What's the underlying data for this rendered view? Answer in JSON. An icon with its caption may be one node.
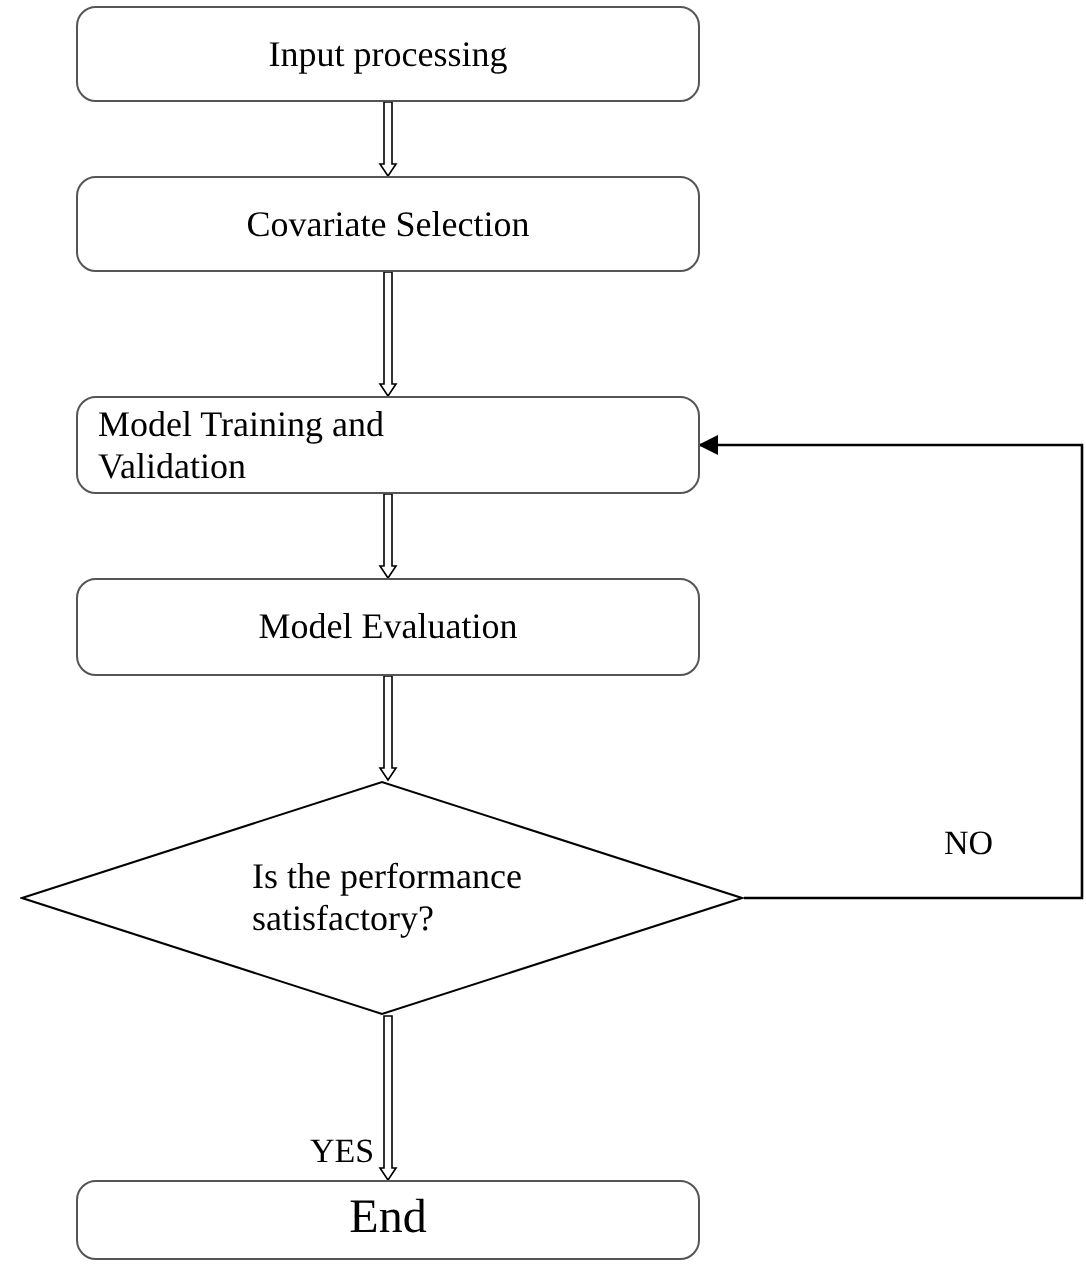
{
  "diagram": {
    "nodes": [
      {
        "text": [
          "Input processing"
        ]
      },
      {
        "text": [
          "Covariate Selection"
        ]
      },
      {
        "text": [
          "Model Training and Validation"
        ]
      },
      {
        "text": [
          "Model Evaluation"
        ]
      },
      {
        "text": [
          "Is the performance satisfactory?"
        ]
      },
      {
        "text": [
          "End"
        ]
      }
    ],
    "edges": [
      {
        "from": 0,
        "to": 1,
        "arrow": "to"
      },
      {
        "from": 1,
        "to": 2,
        "arrow": "to"
      },
      {
        "from": 2,
        "to": 3,
        "arrow": "to"
      },
      {
        "from": 3,
        "to": 4,
        "arrow": "to"
      },
      {
        "from": 4,
        "to": 5,
        "arrow": "to",
        "label": "YES"
      },
      {
        "from": 4,
        "to": 2,
        "arrow": "to",
        "label": "NO"
      }
    ]
  }
}
